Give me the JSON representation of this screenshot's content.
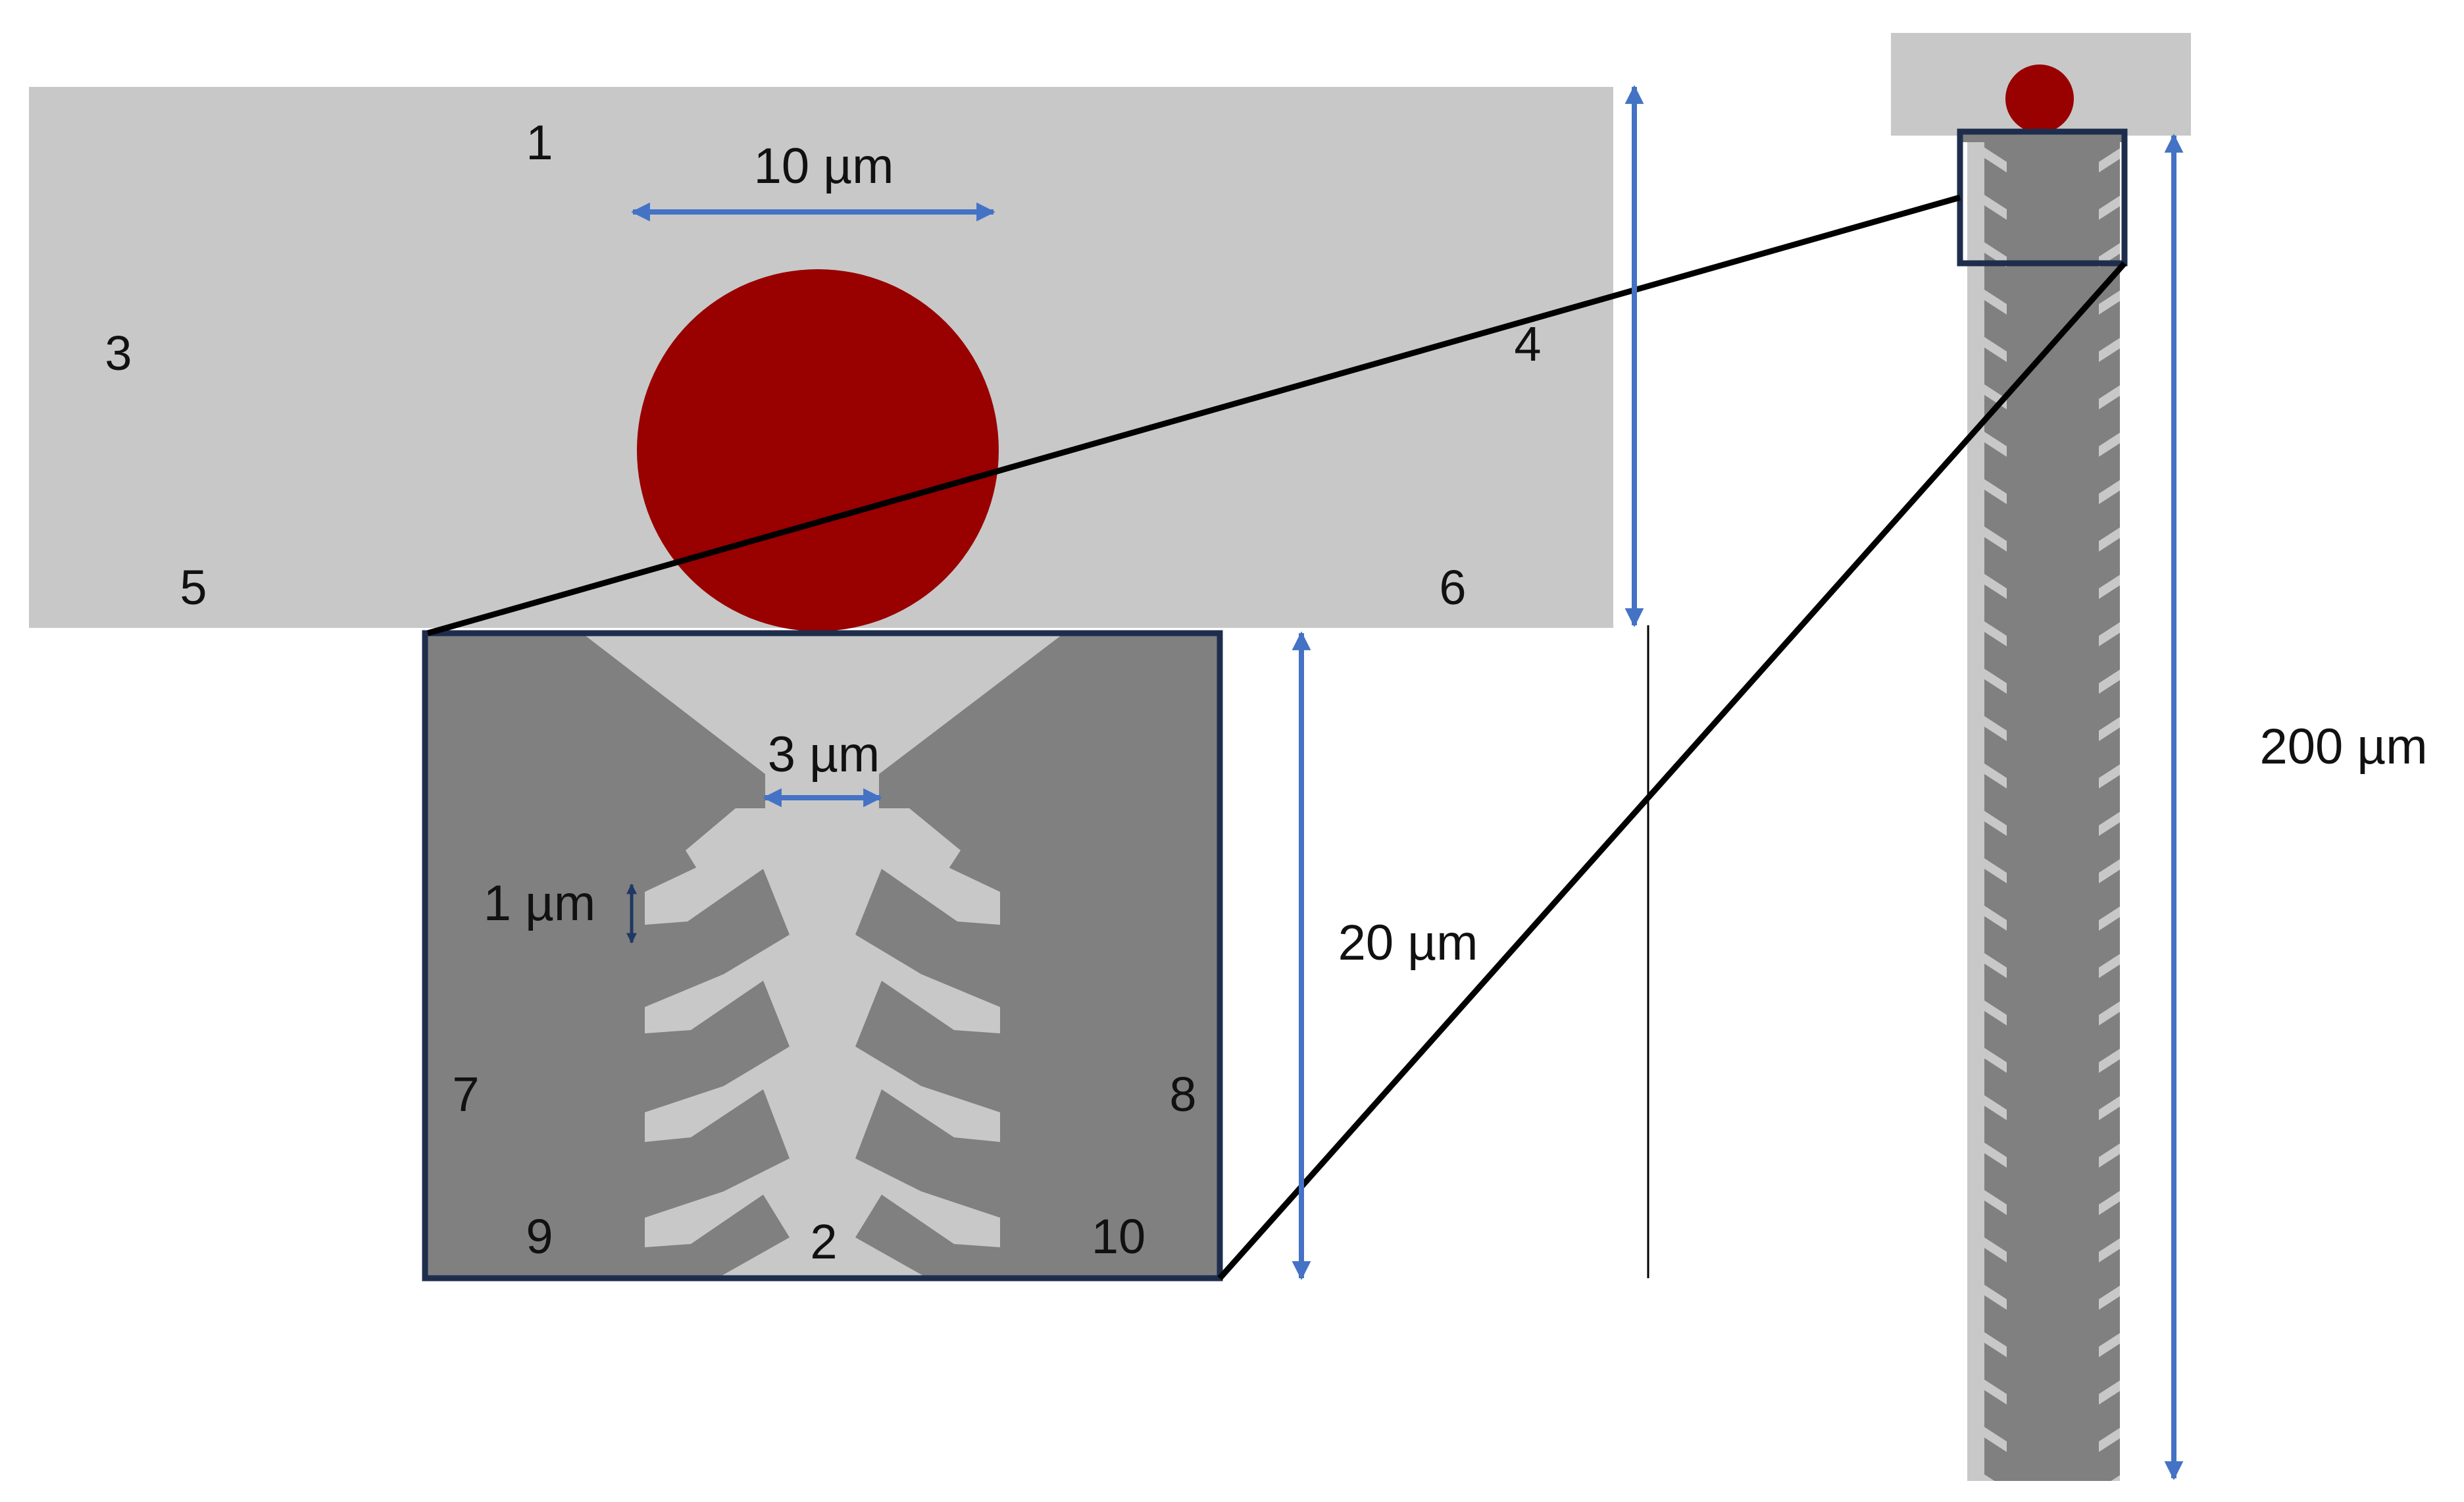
{
  "colors": {
    "channel_fill": "#c8c8c8",
    "wall_fill": "#808080",
    "particle": "#990000",
    "dimension_arrow": "#4472c4",
    "small_arrow": "#1f3864",
    "inset_frame": "#1f2d4d",
    "connector_line": "#000000"
  },
  "region_labels": {
    "r1": "1",
    "r2": "2",
    "r3": "3",
    "r4": "4",
    "r5": "5",
    "r6": "6",
    "r7": "7",
    "r8": "8",
    "r9": "9",
    "r10": "10"
  },
  "dimensions": {
    "particle_diameter": "10 µm",
    "gap_width": "3 µm",
    "fin_thickness": "1 µm",
    "section_height": "20 µm",
    "channel_length": "200 µm"
  }
}
